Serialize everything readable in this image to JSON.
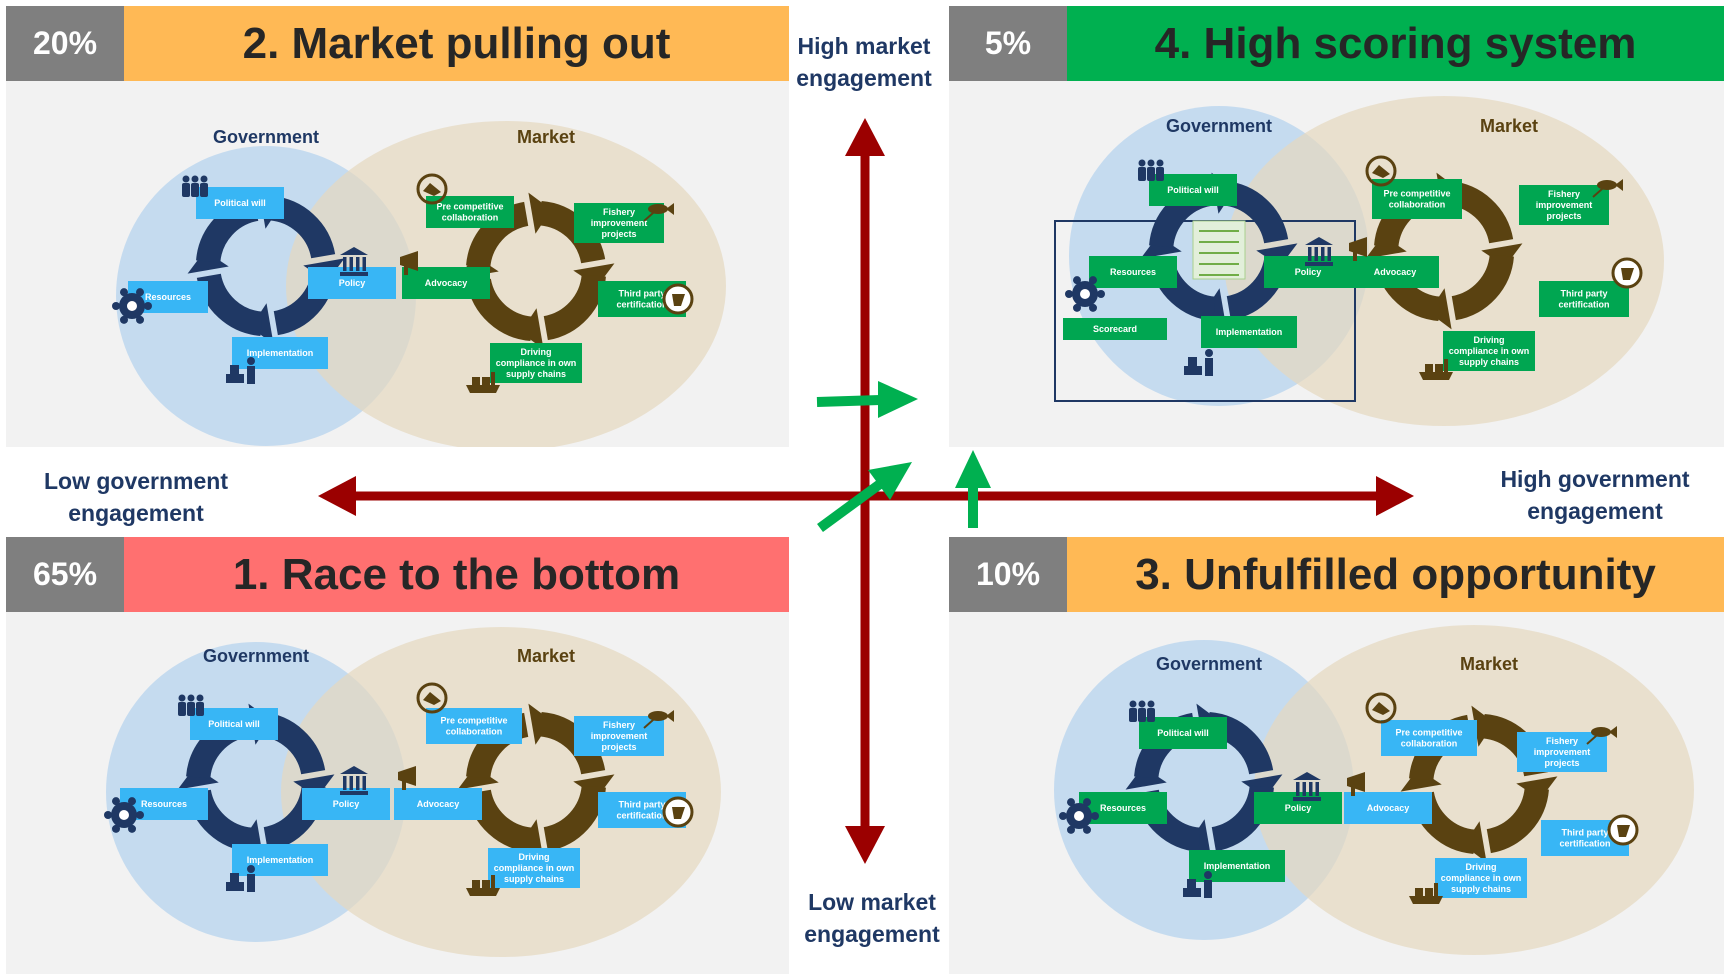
{
  "axes": {
    "high_market": "High market engagement",
    "high_market_l1": "High market",
    "high_market_l2": "engagement",
    "low_market_l1": "Low market",
    "low_market_l2": "engagement",
    "low_gov_l1": "Low  government",
    "low_gov_l2": "engagement",
    "high_gov_l1": "High government",
    "high_gov_l2": "engagement"
  },
  "colors": {
    "axis_arrow": "#9b0000",
    "green_arrow": "#00b050",
    "blue_box": "#38b6f5",
    "green_box": "#00a651",
    "gov_circle": "#bdd7ee",
    "market_circle": "#e6d8bf",
    "gov_cycle": "#1f3864",
    "market_cycle": "#5a4211"
  },
  "quadrants": {
    "q2": {
      "pct": "20%",
      "title": "2. Market pulling out",
      "header_color": "#ffb955"
    },
    "q4": {
      "pct": "5%",
      "title": "4. High scoring system",
      "header_color": "#00b050"
    },
    "q1": {
      "pct": "65%",
      "title": "1. Race to the bottom",
      "header_color": "#ff7070"
    },
    "q3": {
      "pct": "10%",
      "title": "3. Unfulfilled opportunity",
      "header_color": "#ffb955"
    }
  },
  "labels": {
    "government": "Government",
    "market": "Market",
    "political_will": "Political will",
    "resources": "Resources",
    "policy": "Policy",
    "implementation": "Implementation",
    "advocacy": "Advocacy",
    "pre_competitive_1": "Pre competitive",
    "pre_competitive_2": "collaboration",
    "fishery_1": "Fishery",
    "fishery_2": "improvement",
    "fishery_3": "projects",
    "third_party_1": "Third party",
    "third_party_2": "certification",
    "driving_1": "Driving",
    "driving_2": "compliance in own",
    "driving_3": "supply chains",
    "scorecard": "Scorecard"
  }
}
